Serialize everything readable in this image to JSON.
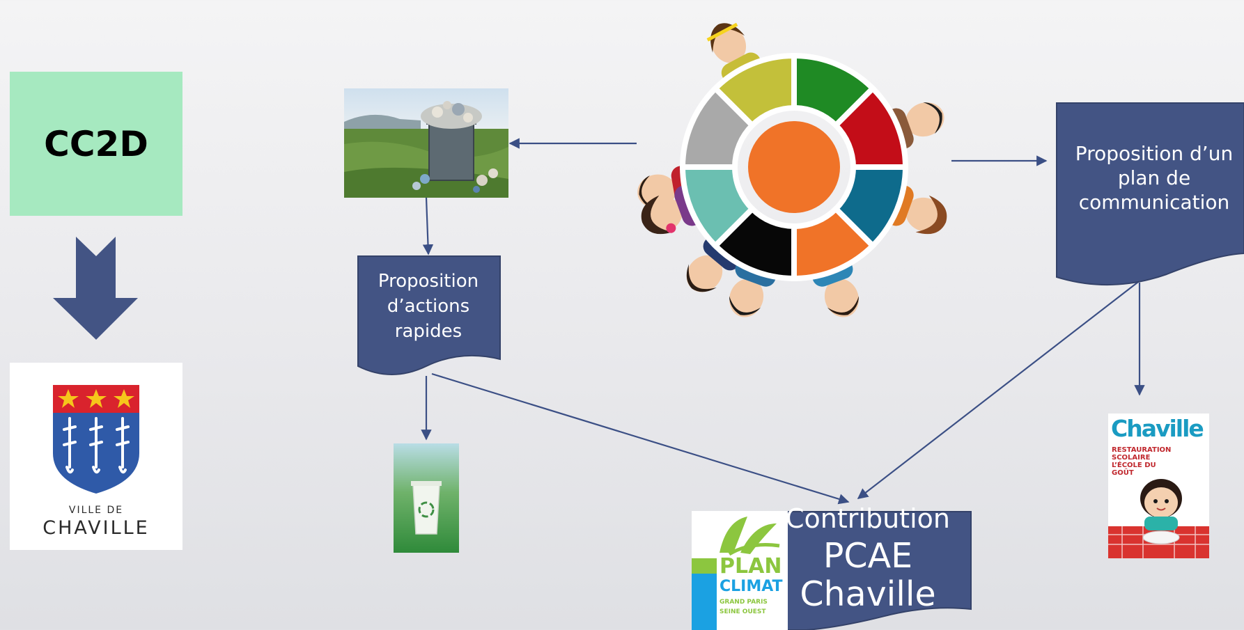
{
  "cc2d": {
    "label": "CC2D"
  },
  "chaville_logo": {
    "line1": "VILLE DE",
    "line2": "CHAVILLE"
  },
  "nodes": {
    "actions_rapides": {
      "line1": "Proposition",
      "line2": "d’actions",
      "line3": "rapides"
    },
    "plan_communication": {
      "line1": "Proposition d’un",
      "line2": "plan de",
      "line3": "communication"
    },
    "contribution_pcae": {
      "line1": "Contribution",
      "line2": "PCAE",
      "line3": "Chaville"
    }
  },
  "plan_climat_logo": {
    "line1": "PLAN",
    "line2": "CLIMAT",
    "line3": "GRAND PARIS",
    "line4": "SEINE OUEST"
  },
  "magazine": {
    "title": "Chaville",
    "headline1": "RESTAURATION",
    "headline2": "SCOLAIRE",
    "headline3": "L’ÉCOLE DU",
    "headline4": "GOÛT"
  },
  "colors": {
    "node_fill": "#435484",
    "arrow": "#3b4f85",
    "cc2d_fill": "#a6e9c0",
    "table_center": "#f07328"
  }
}
